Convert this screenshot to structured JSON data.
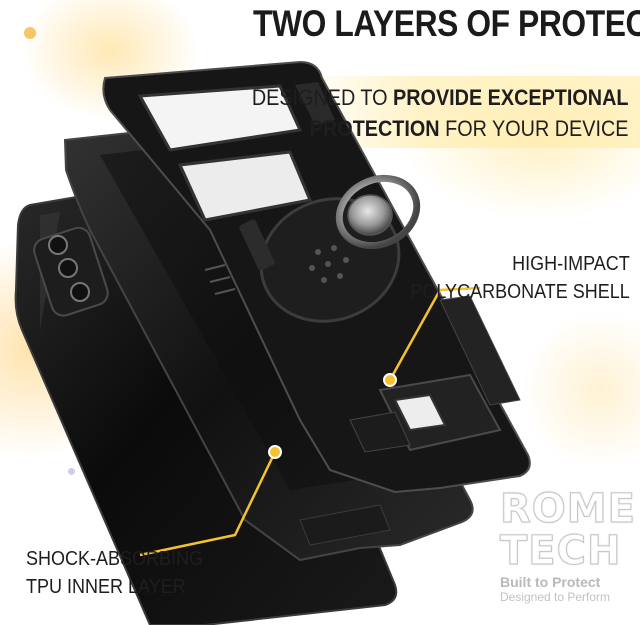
{
  "heading": "TWO LAYERS OF PROTECTION",
  "subheading": {
    "line1_prefix": "DESIGNED TO ",
    "line1_bold": "PROVIDE EXCEPTIONAL",
    "line2_bold": "PROTECTION",
    "line2_suffix": " FOR YOUR DEVICE"
  },
  "callouts": {
    "shell": {
      "line1": "HIGH-IMPACT",
      "line2": "POLYCARBONATE SHELL"
    },
    "tpu": {
      "line1": "SHOCK-ABSORBING",
      "line2": "TPU INNER LAYER"
    }
  },
  "brand": {
    "name_line1": "ROME",
    "name_line2": "TECH",
    "tagline1": "Built to Protect",
    "tagline2": "Designed to Perform"
  },
  "colors": {
    "accent_yellow": "#f2c230",
    "case_black": "#141414",
    "text_dark": "#1e1e1e"
  }
}
